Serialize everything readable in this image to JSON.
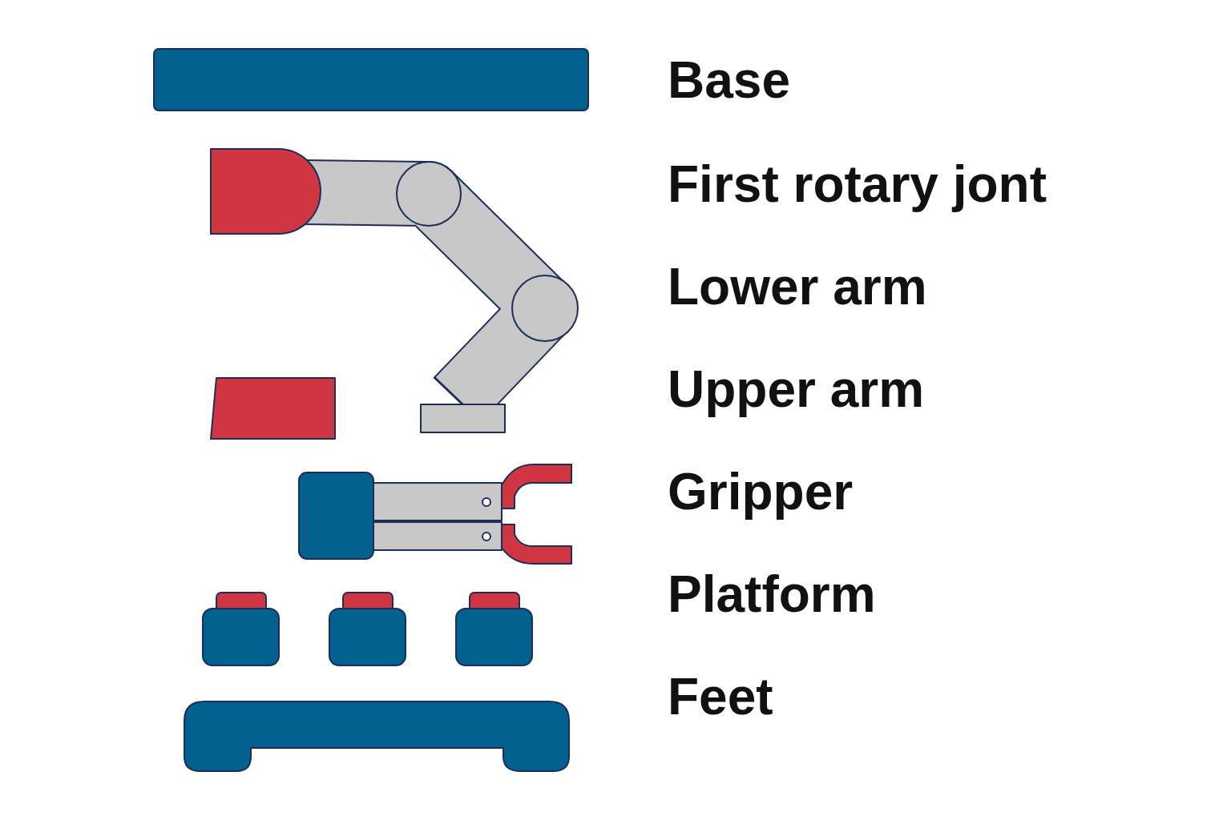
{
  "diagram": {
    "labels": [
      "Base",
      "First rotary jont",
      "Lower arm",
      "Upper arm",
      "Gripper",
      "Platform",
      "Feet"
    ]
  }
}
